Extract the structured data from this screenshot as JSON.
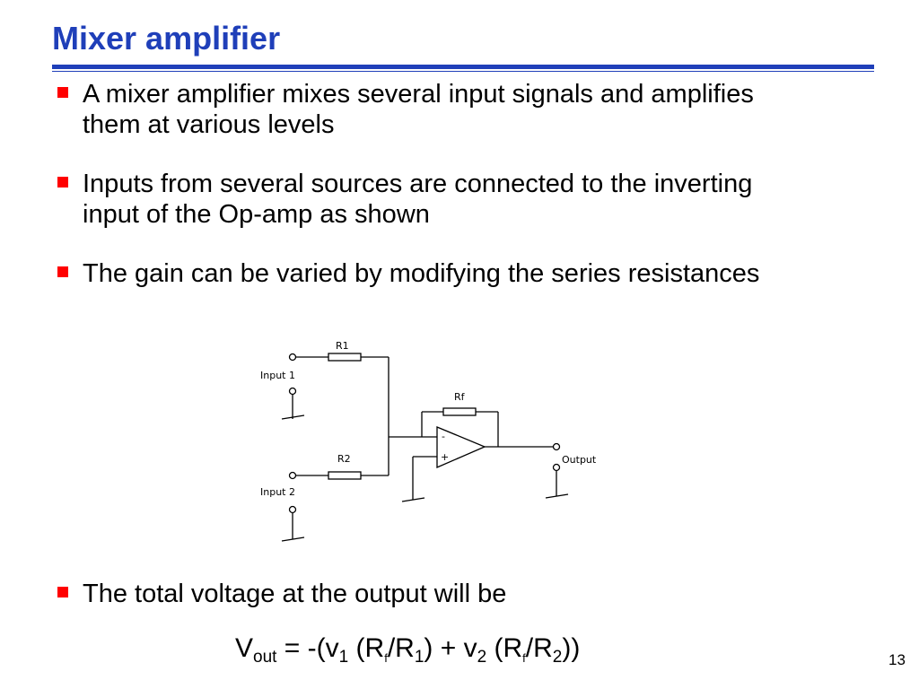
{
  "slide": {
    "title": "Mixer amplifier",
    "bullets": [
      "A mixer amplifier mixes several input signals and amplifies them at various levels",
      "Inputs from several sources are connected to the inverting input of the Op-amp as shown",
      "The gain can be varied by modifying the series resistances"
    ],
    "last_bullet": "The total voltage at the output will be",
    "page_number": "13"
  },
  "formula": {
    "vout_v": "V",
    "vout_sub": "out",
    "eq_open": " = -(v",
    "sub_1": "1",
    "rf_open": " (R",
    "sub_f_a": "f",
    "slash_r_a": "/R",
    "sub_r1": "1",
    "plus_v": ") + v",
    "sub_2": "2",
    "rf_open_b": " (R",
    "sub_f_b": "f",
    "slash_r_b": "/R",
    "sub_r2": "2",
    "close": "))"
  },
  "circuit": {
    "r1_label": "R1",
    "r2_label": "R2",
    "rf_label": "Rf",
    "input1_label": "Input 1",
    "input2_label": "Input 2",
    "output_label": "Output",
    "minus_sign": "-",
    "plus_sign": "+"
  },
  "colors": {
    "title": "#1f3fb9",
    "bullet_marker": "#ff0000"
  }
}
